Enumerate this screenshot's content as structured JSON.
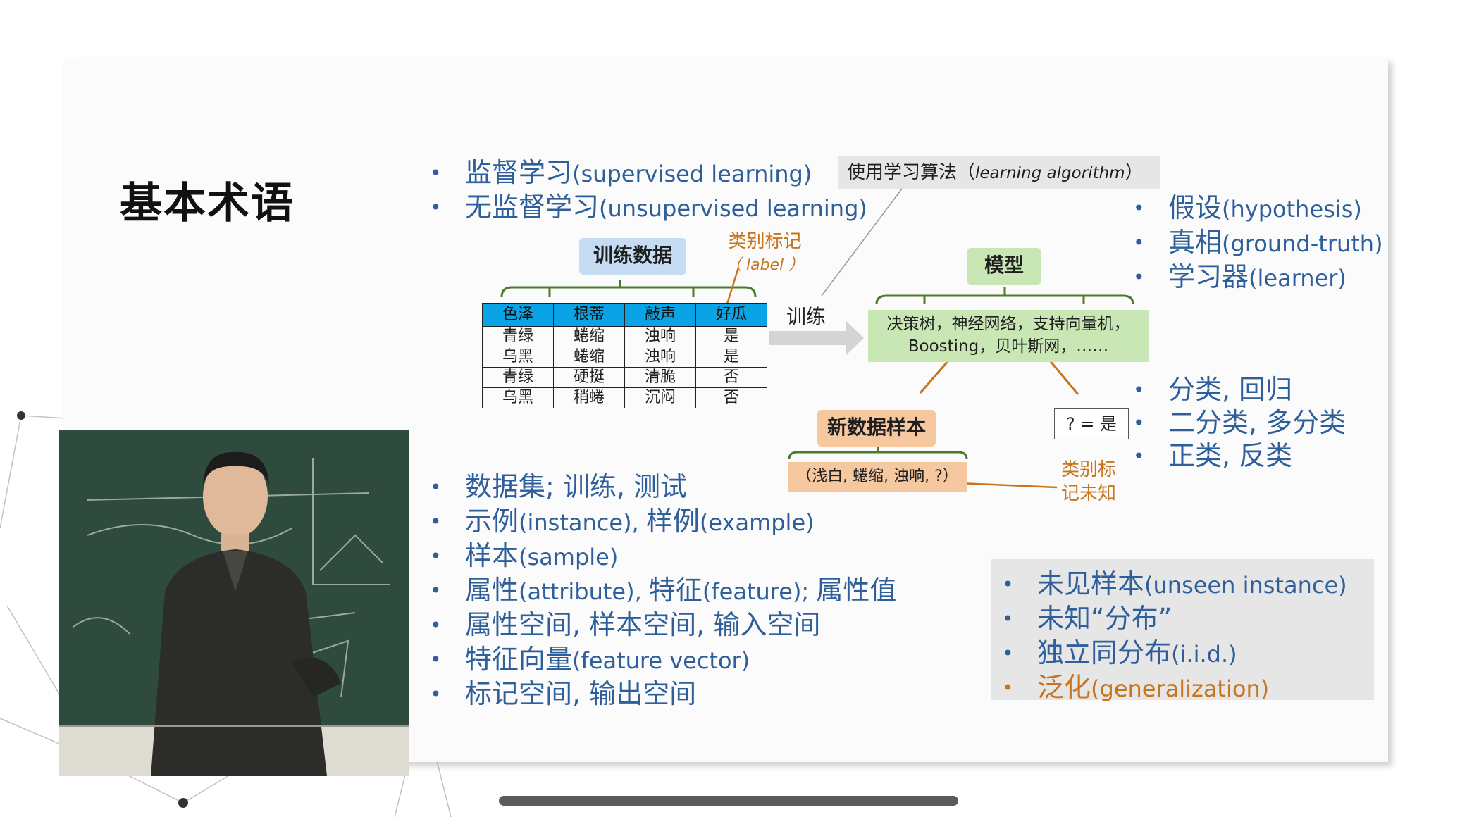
{
  "slide": {
    "title": "基本术语",
    "left_bullets_top": [
      {
        "zh": "监督学习",
        "en": "(supervised learning)"
      },
      {
        "zh": "无监督学习",
        "en": "(unsupervised learning)"
      }
    ],
    "algorithm_box": {
      "zh": "使用学习算法（",
      "en": "learning algorithm",
      "close": "）"
    },
    "right_bullets_top": [
      {
        "zh": "假设",
        "en": "(hypothesis)"
      },
      {
        "zh": "真相",
        "en": "(ground-truth)"
      },
      {
        "zh": "学习器",
        "en": "(learner)"
      }
    ],
    "training_data_label": "训练数据",
    "label_note": {
      "zh": "类别标记",
      "en": "（ label ）"
    },
    "train_label": "训练",
    "model_label": "模型",
    "model_box": {
      "line1": "决策树，神经网络，支持向量机，",
      "line2": "Boosting，贝叶斯网，……"
    },
    "table": {
      "headers": [
        "色泽",
        "根蒂",
        "敲声",
        "好瓜"
      ],
      "rows": [
        [
          "青绿",
          "蜷缩",
          "浊响",
          "是"
        ],
        [
          "乌黑",
          "蜷缩",
          "浊响",
          "是"
        ],
        [
          "青绿",
          "硬挺",
          "清脆",
          "否"
        ],
        [
          "乌黑",
          "稍蜷",
          "沉闷",
          "否"
        ]
      ]
    },
    "new_sample_label": "新数据样本",
    "new_sample_value": "（浅白, 蜷缩, 浊响, ?）",
    "prediction": "? = 是",
    "unknown_label": {
      "line1": "类别标",
      "line2": "记未知"
    },
    "right_bullets_mid": [
      {
        "zh": "分类, 回归"
      },
      {
        "zh": "二分类, 多分类"
      },
      {
        "zh": "正类, 反类"
      }
    ],
    "left_bullets_bottom": [
      {
        "parts": [
          {
            "t": "数据集; 训练, 测试",
            "c": "zh"
          }
        ]
      },
      {
        "parts": [
          {
            "t": "示例",
            "c": "zh"
          },
          {
            "t": "(instance), ",
            "c": "en"
          },
          {
            "t": "样例",
            "c": "zh"
          },
          {
            "t": "(example)",
            "c": "en"
          }
        ]
      },
      {
        "parts": [
          {
            "t": "样本",
            "c": "zh"
          },
          {
            "t": "(sample)",
            "c": "en"
          }
        ]
      },
      {
        "parts": [
          {
            "t": "属性",
            "c": "zh"
          },
          {
            "t": "(attribute), ",
            "c": "en"
          },
          {
            "t": "特征",
            "c": "zh"
          },
          {
            "t": "(feature); ",
            "c": "en"
          },
          {
            "t": "属性值",
            "c": "zh"
          }
        ]
      },
      {
        "parts": [
          {
            "t": "属性空间, 样本空间, 输入空间",
            "c": "zh"
          }
        ]
      },
      {
        "parts": [
          {
            "t": "特征向量",
            "c": "zh"
          },
          {
            "t": "(feature vector)",
            "c": "en"
          }
        ]
      },
      {
        "parts": [
          {
            "t": "标记空间, 输出空间",
            "c": "zh"
          }
        ]
      }
    ],
    "gray_box_bullets": [
      {
        "zh": "未见样本",
        "en": "(unseen instance)",
        "color": "blue"
      },
      {
        "zh": "未知“分布”",
        "en": "",
        "color": "blue"
      },
      {
        "zh": "独立同分布",
        "en": "(i.i.d.)",
        "color": "blue"
      },
      {
        "zh": "泛化",
        "en": "(generalization)",
        "color": "orange"
      }
    ]
  },
  "colors": {
    "bullet_blue": "#2f5f9a",
    "accent_orange": "#c8741e",
    "table_header": "#0aa3e6",
    "train_pill": "#c6dcf2",
    "model_pill": "#c9e6b5",
    "sample_pill": "#f6c8a0",
    "gray_box": "#e6e6e6"
  }
}
